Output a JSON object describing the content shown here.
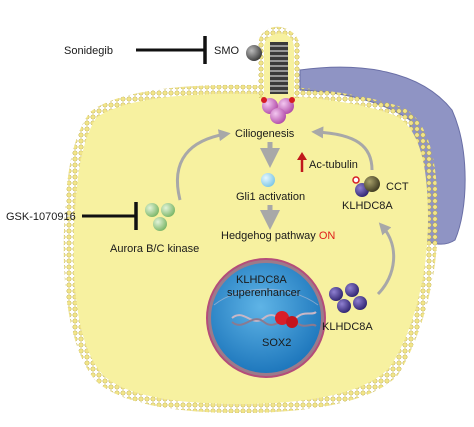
{
  "inhibitors": {
    "sonidegib": "Sonidegib",
    "gsk": "GSK-1070916"
  },
  "labels": {
    "smo": "SMO",
    "ciliogenesis": "Ciliogenesis",
    "ac_tubulin": "Ac-tubulin",
    "gli1": "Gli1 activation",
    "hedgehog_prefix": "Hedgehog pathway ",
    "hedgehog_on": "ON",
    "cct": "CCT",
    "klhdc8a_cct": "KLHDC8A",
    "klhdc8a_free": "KLHDC8A",
    "aurora": "Aurora B/C kinase",
    "superenhancer_line1": "KLHDC8A",
    "superenhancer_line2": "superenhancer",
    "sox2": "SOX2"
  },
  "colors": {
    "cytoplasm": "#f7f1a0",
    "membrane": "#e7d663",
    "outer_cell": "#8f94c4",
    "nucleus": "#2f8fcf",
    "arrow_gray": "#a8a8a8",
    "aurora_green": "#9fd08f",
    "klhdc8a_purple": "#4b3c8c",
    "sox2_red": "#d81e28",
    "on_red": "#e0201b",
    "up_arrow_red": "#c0181c"
  }
}
